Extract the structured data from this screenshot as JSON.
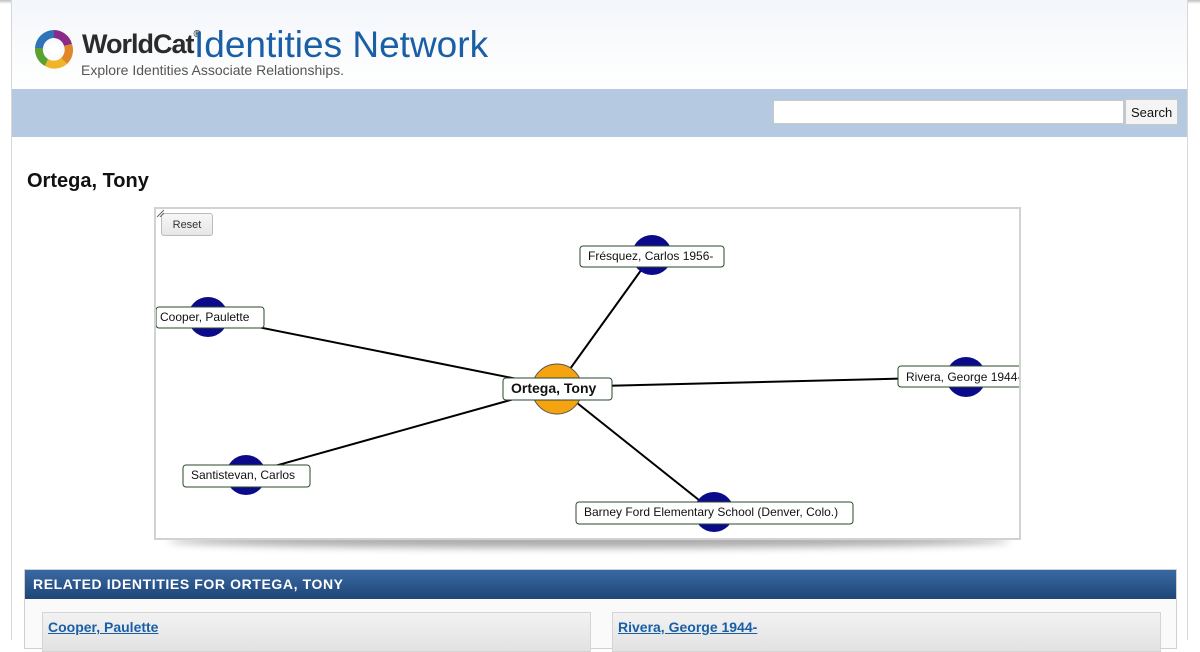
{
  "header": {
    "logo_text": "WorldCat",
    "logo_reg": "®",
    "title": "Identities Network",
    "tagline": "Explore Identities Associate Relationships."
  },
  "search": {
    "value": "",
    "button_label": "Search"
  },
  "page": {
    "title": "Ortega, Tony"
  },
  "graph": {
    "reset_label": "Reset",
    "center": {
      "label": "Ortega, Tony",
      "color": "#f5a30f"
    },
    "node_color": "#0a0a8a",
    "nodes": [
      {
        "label": "Cooper, Paulette"
      },
      {
        "label": "Frésquez, Carlos  1956-"
      },
      {
        "label": "Rivera, George  1944-"
      },
      {
        "label": "Santistevan, Carlos"
      },
      {
        "label": "Barney Ford Elementary School (Denver, Colo.)"
      }
    ]
  },
  "related": {
    "heading": "RELATED IDENTITIES FOR ORTEGA, TONY",
    "items": [
      {
        "label": "Cooper, Paulette"
      },
      {
        "label": "Rivera, George 1944-"
      }
    ]
  },
  "colors": {
    "accent_blue": "#1a5fa6",
    "search_bar": "#b5cae0",
    "related_header": "#2b5a92"
  }
}
